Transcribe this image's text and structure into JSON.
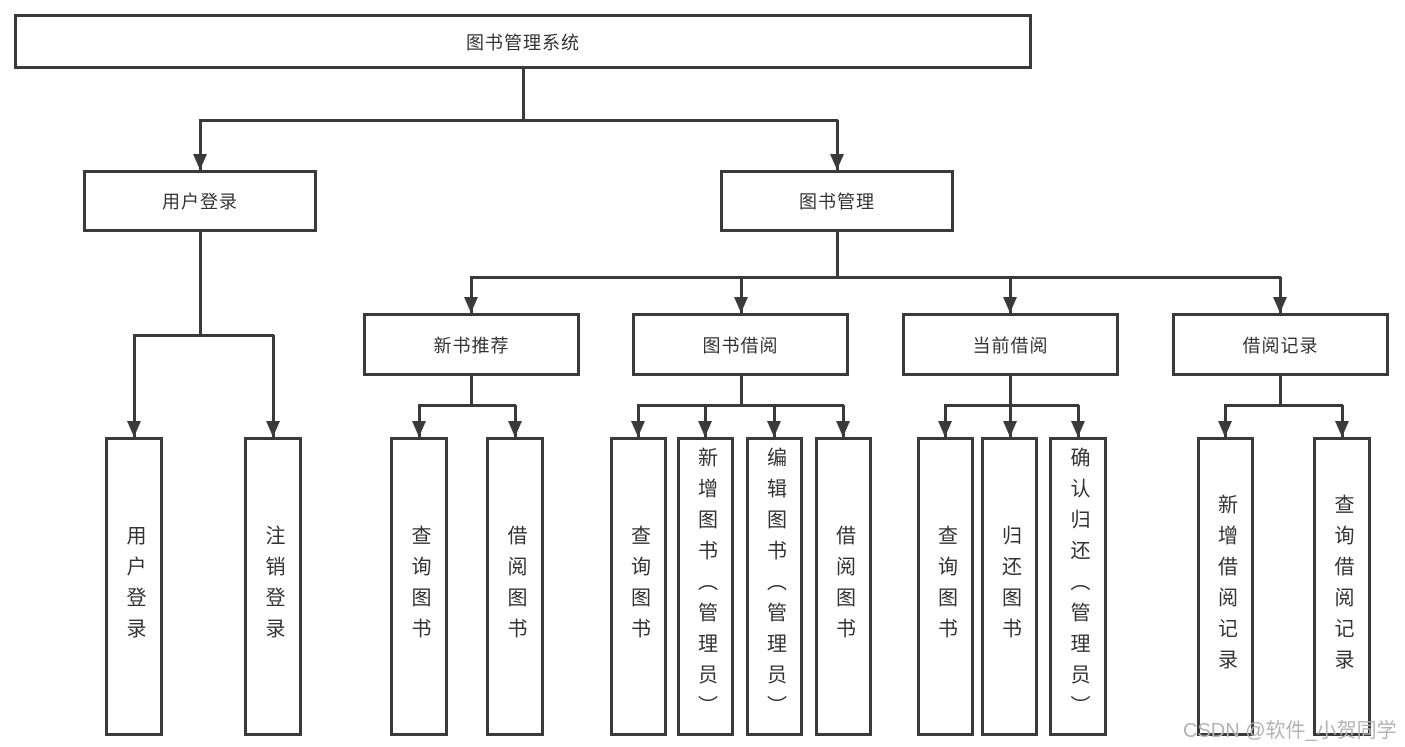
{
  "diagram": {
    "title_node": {
      "label": "图书管理系统"
    },
    "level2": [
      {
        "label": "用户登录"
      },
      {
        "label": "图书管理"
      }
    ],
    "level3": [
      {
        "label": "新书推荐",
        "parent": "图书管理"
      },
      {
        "label": "图书借阅",
        "parent": "图书管理"
      },
      {
        "label": "当前借阅",
        "parent": "图书管理"
      },
      {
        "label": "借阅记录",
        "parent": "图书管理"
      }
    ],
    "leaves": [
      {
        "label": "用户登录",
        "parent": "用户登录"
      },
      {
        "label": "注销登录",
        "parent": "用户登录"
      },
      {
        "label": "查询图书",
        "parent": "新书推荐"
      },
      {
        "label": "借阅图书",
        "parent": "新书推荐"
      },
      {
        "label": "查询图书",
        "parent": "图书借阅"
      },
      {
        "label": "新增图书（管理员）",
        "parent": "图书借阅"
      },
      {
        "label": "编辑图书（管理员）",
        "parent": "图书借阅"
      },
      {
        "label": "借阅图书",
        "parent": "图书借阅"
      },
      {
        "label": "查询图书",
        "parent": "当前借阅"
      },
      {
        "label": "归还图书",
        "parent": "当前借阅"
      },
      {
        "label": "确认归还（管理员）",
        "parent": "当前借阅"
      },
      {
        "label": "新增借阅记录",
        "parent": "借阅记录"
      },
      {
        "label": "查询借阅记录",
        "parent": "借阅记录"
      }
    ],
    "colors": {
      "line": "#3a3a3a",
      "box_border": "#3a3a3a",
      "box_fill": "#ffffff",
      "text": "#333333",
      "watermark": "#b3b3b3",
      "background": "#ffffff"
    }
  },
  "watermark": {
    "text": "CSDN @软件_小贺同学"
  }
}
